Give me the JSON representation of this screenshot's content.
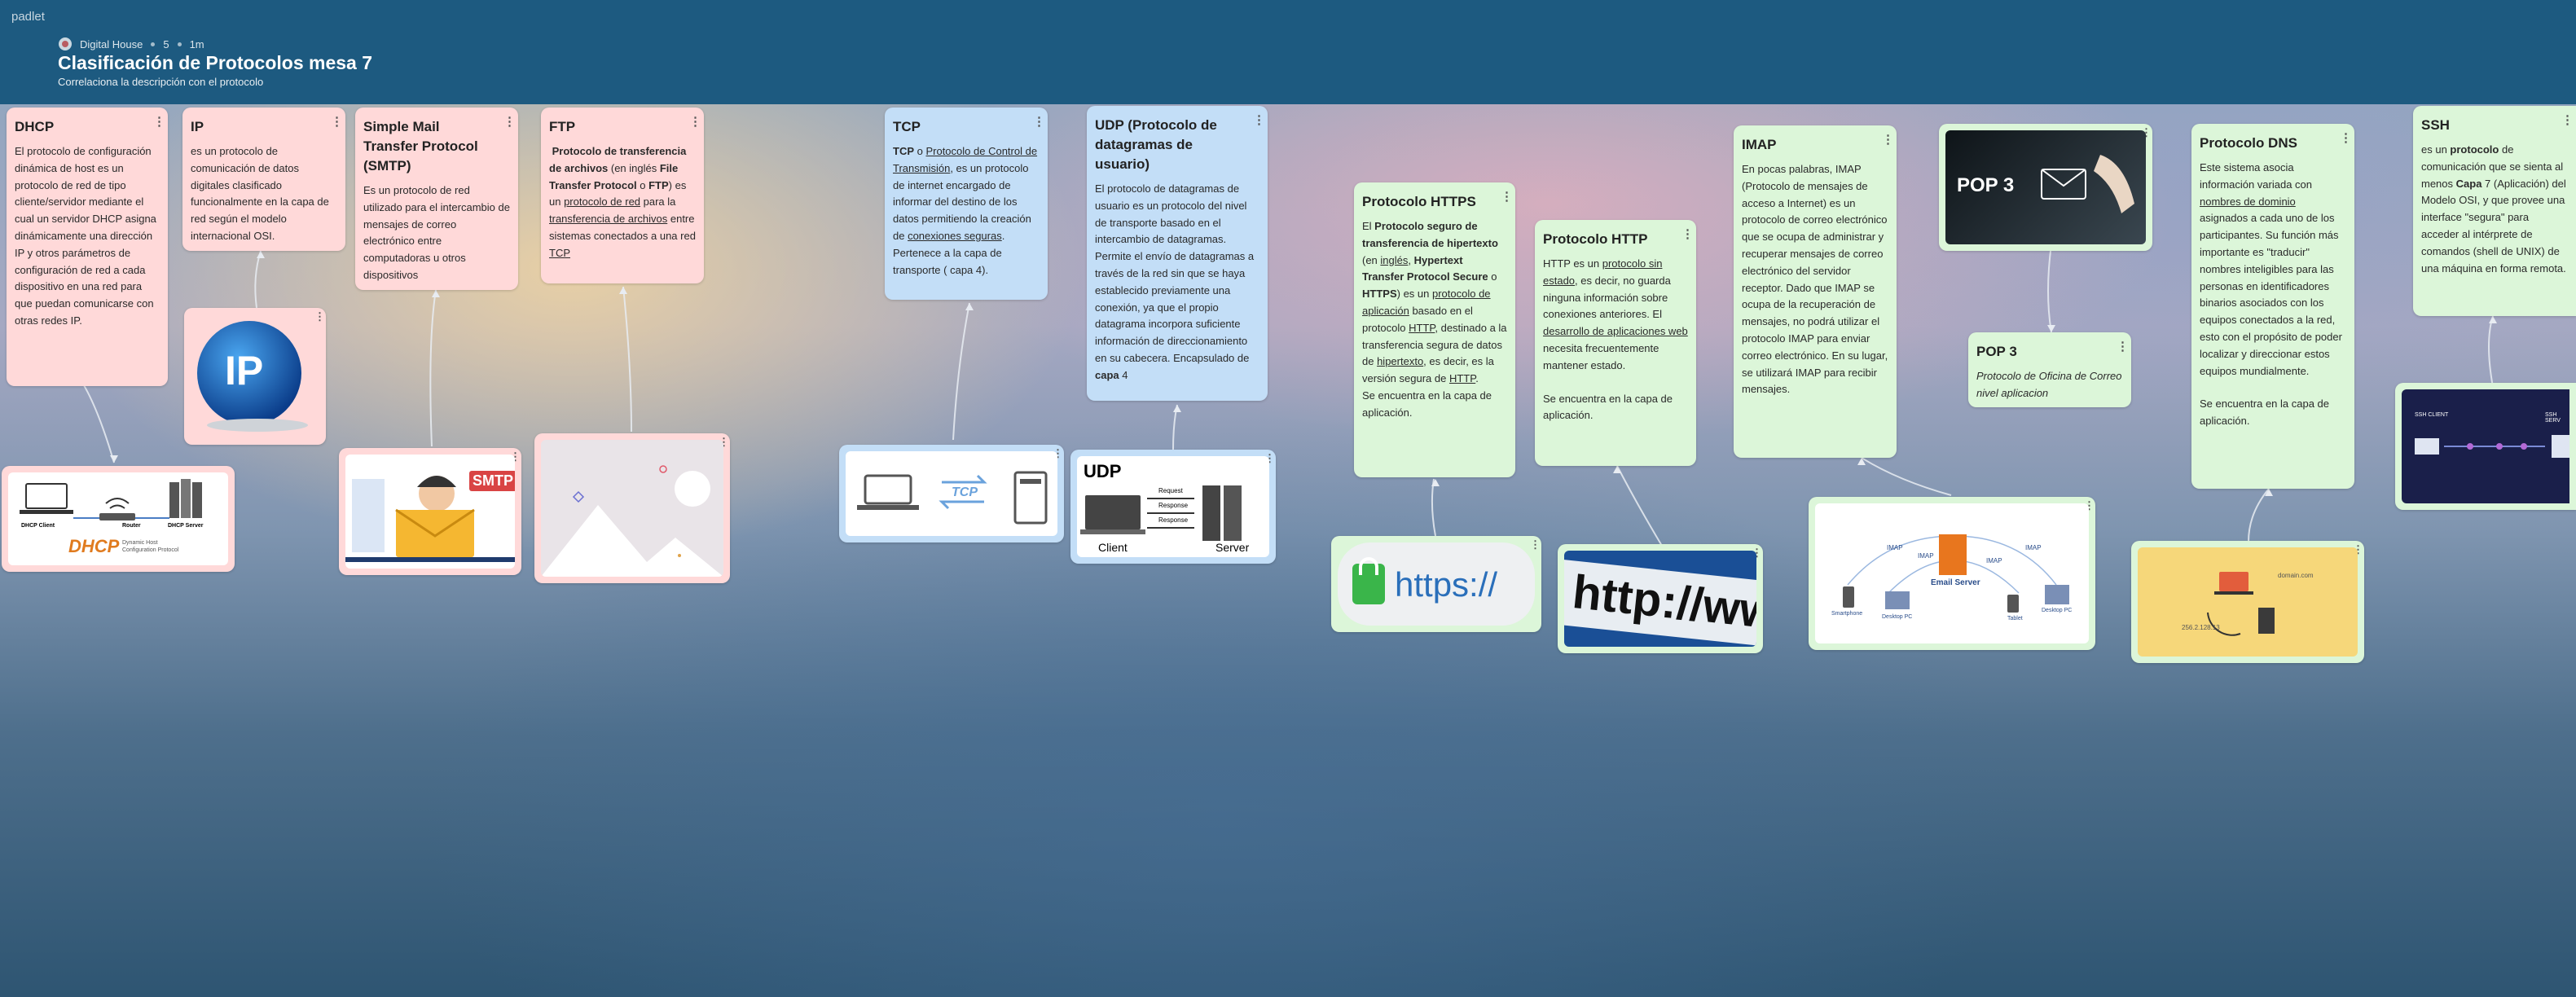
{
  "app": {
    "brand": "padlet",
    "owner": "Digital House",
    "likes": "5",
    "time": "1m"
  },
  "board": {
    "title": "Clasificación de Protocolos mesa 7",
    "subtitle": "Correlaciona la descripción con el protocolo"
  },
  "colors": {
    "header": "#1d5a80",
    "pink": "#ffd9d9",
    "blue": "#c3def7",
    "green": "#dcf6d9"
  },
  "icons": {
    "more": "kebab-icon",
    "owner": "avatar-icon",
    "heart": "like-icon",
    "clock": "time-icon"
  },
  "posts": {
    "dhcp": {
      "title": "DHCP",
      "body": "El protocolo de configuración dinámica de host es un protocolo de red de tipo cliente/servidor mediante el cual un servidor DHCP asigna dinámicamente una dirección IP y otros parámetros de configuración de red a cada dispositivo en una red para que puedan comunicarse con otras redes IP."
    },
    "ip": {
      "title": "IP",
      "body": "es un protocolo de comunicación de datos digitales clasificado funcionalmente en la capa de red según el modelo internacional OSI."
    },
    "smtp": {
      "title": "Simple Mail Transfer Protocol (SMTP)",
      "body": "Es un protocolo de red utilizado para el intercambio de mensajes de correo electrónico entre computadoras u otros dispositivos"
    },
    "ftp": {
      "title": "FTP",
      "b1": "Protocolo de transferencia de archivos",
      "t1": " (en inglés ",
      "b2": "File Transfer Protocol",
      "t2": " o ",
      "b3": "FTP",
      "t3": ") es un ",
      "l1": "protocolo de red",
      "t4": " para la ",
      "l2": "transferencia de archivos",
      "t5": " entre sistemas conectados a una red ",
      "l3": "TCP"
    },
    "tcp": {
      "title": "TCP",
      "b1": "TCP",
      "t1": " o ",
      "l1": "Protocolo de Control de Transmisión",
      "t2": ", es un protocolo de internet encargado de informar del destino de los datos permitiendo la creación de ",
      "l2": "conexiones seguras",
      "t3": ". Pertenece a la capa de transporte ( capa 4)."
    },
    "udp": {
      "title": "UDP (Protocolo de datagramas de usuario)",
      "t1": "El protocolo de datagramas de usuario es un protocolo del nivel de transporte basado en el intercambio de datagramas. Permite el envío de datagramas a través de la red sin que se haya establecido previamente una conexión, ya que el propio datagrama incorpora suficiente información de direccionamiento en su cabecera. Encapsulado de ",
      "b1": "capa",
      "t2": " 4"
    },
    "https": {
      "title": "Protocolo HTTPS",
      "t1": "El ",
      "b1": "Protocolo seguro de transferencia de hipertexto",
      "t2": " (en ",
      "l1": "inglés",
      "t3": ", ",
      "b2": "Hypertext Transfer Protocol Secure",
      "t4": " o ",
      "b3": "HTTPS",
      "t5": ") es un ",
      "l2": "protocolo de aplicación",
      "t6": " basado en el protocolo ",
      "l3": "HTTP",
      "t7": ", destinado a la transferencia segura de datos de ",
      "l4": "hipertexto",
      "t8": ", es decir, es la versión segura de ",
      "l5": "HTTP",
      "t9": ".",
      "p2": "Se encuentra en la capa de aplicación."
    },
    "http": {
      "title": "Protocolo HTTP",
      "t1": "HTTP es un ",
      "l1": "protocolo sin estado",
      "t2": ", es decir, no guarda ninguna información sobre conexiones anteriores. El ",
      "l2": "desarrollo de aplicaciones web",
      "t3": " necesita frecuentemente mantener estado.",
      "p2": "Se encuentra en la capa de aplicación."
    },
    "imap": {
      "title": "IMAP",
      "body": "En pocas palabras, IMAP (Protocolo de mensajes de acceso a Internet) es un protocolo de correo electrónico que se ocupa de administrar y recuperar mensajes de correo electrónico del servidor receptor. Dado que IMAP se ocupa de la recuperación de mensajes, no podrá utilizar el protocolo IMAP para enviar correo electrónico. En su lugar, se utilizará IMAP para recibir mensajes."
    },
    "pop3": {
      "title": "POP 3",
      "body": "Protocolo de Oficina de Correo nivel aplicacion"
    },
    "dns": {
      "title": "Protocolo DNS",
      "t1": "Este sistema asocia información variada con ",
      "l1": "nombres de dominio",
      "t2": " asignados a cada uno de los participantes. Su función más importante es \"traducir\" nombres inteligibles para las personas en identificadores binarios asociados con los equipos conectados a la red, esto con el propósito de poder localizar y direccionar estos equipos mundialmente.",
      "p2": "Se encuentra en la capa de aplicación."
    },
    "ssh": {
      "title": "SSH",
      "t1": "es un ",
      "b1": "protocolo",
      "t2": " de comunicación que se sienta al menos ",
      "b2": "Capa",
      "t3": " 7 (Aplicación) del Modelo OSI, y que provee una interface \"segura\" para acceder al intérprete de comandos (shell de UNIX) de una máquina en forma remota."
    }
  },
  "images": {
    "dhcp": {
      "logo": "DHCP",
      "client": "DHCP Client",
      "router": "Router",
      "server": "DHCP Server",
      "caption": "Dynamic Host Configuration Protocol"
    },
    "ip": {
      "label": "IP"
    },
    "smtp": {
      "label": "SMTP"
    },
    "tcp": {
      "label": "TCP"
    },
    "udp": {
      "label": "UDP",
      "request": "Request",
      "response1": "Response",
      "response2": "Response",
      "client": "Client",
      "server": "Server"
    },
    "https": {
      "label": "https://"
    },
    "http": {
      "label": "http://ww"
    },
    "pop3": {
      "label": "POP 3"
    },
    "imap": {
      "a": "IMAP",
      "b": "IMAP",
      "c": "IMAP",
      "d": "IMAP",
      "server": "Email Server",
      "s1": "Smartphone",
      "s2": "Desktop PC",
      "s3": "Tablet",
      "s4": "Desktop PC"
    },
    "dns": {
      "domain": "domain.com",
      "ip": "256.2.128.13"
    },
    "ssh": {
      "client": "SSH CLIENT",
      "server": "SSH SERV"
    }
  }
}
